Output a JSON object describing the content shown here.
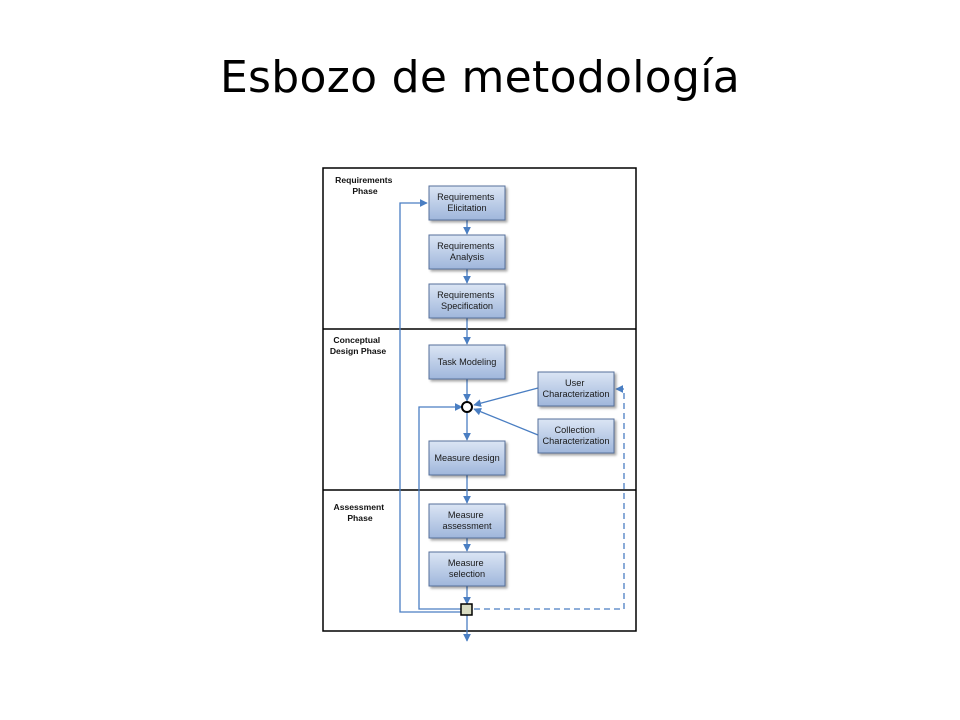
{
  "slide": {
    "title": "Esbozo de metodología"
  },
  "diagram": {
    "phases": [
      {
        "label_lines": [
          "Requirements",
          "Phase"
        ]
      },
      {
        "label_lines": [
          "Conceptual",
          "Design Phase"
        ]
      },
      {
        "label_lines": [
          "Assessment",
          "Phase"
        ]
      }
    ],
    "steps": {
      "req_elicitation": [
        "Requirements",
        "Elicitation"
      ],
      "req_analysis": [
        "Requirements",
        "Analysis"
      ],
      "req_specification": [
        "Requirements",
        "Specification"
      ],
      "task_modeling": [
        "Task Modeling"
      ],
      "user_characterization": [
        "User",
        "Characterization"
      ],
      "collection_characterization": [
        "Collection",
        "Characterization"
      ],
      "measure_design": [
        "Measure design"
      ],
      "measure_assessment": [
        "Measure",
        "assessment"
      ],
      "measure_selection": [
        "Measure",
        "selection"
      ]
    },
    "colors": {
      "box_fill_top": "#dbe5f4",
      "box_fill_bottom": "#9fb6db",
      "box_border": "#56709b",
      "arrow": "#4a7ec2",
      "decision_fill": "#d9dcc2",
      "frame": "#000000"
    }
  }
}
